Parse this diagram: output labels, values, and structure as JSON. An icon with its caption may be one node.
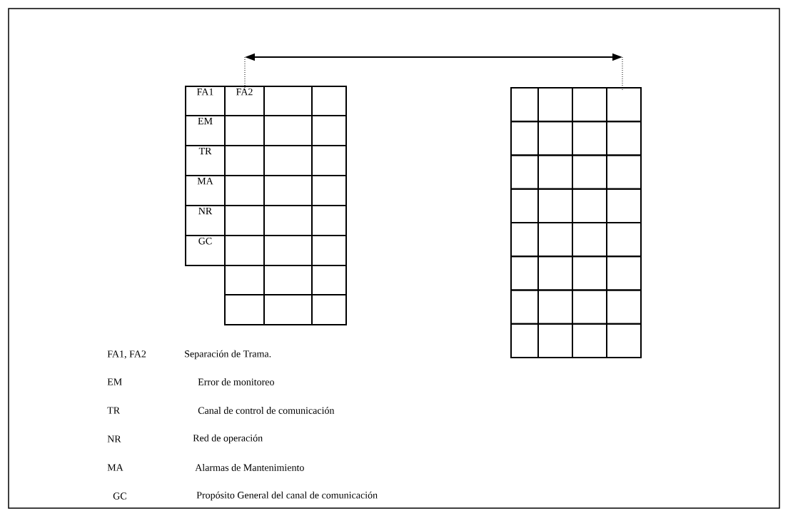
{
  "diagram": {
    "nodes": [
      {
        "text": [
          "FA1"
        ]
      },
      {
        "text": [
          "FA2"
        ]
      },
      {
        "text": [],
        "shape": "box"
      },
      {
        "text": [],
        "shape": "box"
      },
      {
        "text": [
          "EM"
        ]
      },
      {
        "text": [],
        "shape": "box"
      },
      {
        "text": [],
        "shape": "box"
      },
      {
        "text": [],
        "shape": "box"
      },
      {
        "text": [
          "TR"
        ]
      },
      {
        "text": [],
        "shape": "box"
      },
      {
        "text": [],
        "shape": "box"
      },
      {
        "text": [],
        "shape": "box"
      },
      {
        "text": [
          "MA"
        ]
      },
      {
        "text": [],
        "shape": "box"
      },
      {
        "text": [],
        "shape": "box"
      },
      {
        "text": [],
        "shape": "box"
      },
      {
        "text": [
          "NR"
        ]
      },
      {
        "text": [],
        "shape": "box"
      },
      {
        "text": [],
        "shape": "box"
      },
      {
        "text": [],
        "shape": "box"
      },
      {
        "text": [
          "GC"
        ]
      },
      {
        "text": [],
        "shape": "box"
      },
      {
        "text": [],
        "shape": "box"
      },
      {
        "text": [],
        "shape": "box"
      },
      {
        "text": [],
        "shape": "box"
      },
      {
        "text": [],
        "shape": "box"
      },
      {
        "text": [],
        "shape": "box"
      },
      {
        "text": [],
        "shape": "box"
      },
      {
        "text": [],
        "shape": "box"
      },
      {
        "text": [],
        "shape": "box"
      },
      {
        "text": [],
        "shape": "box"
      },
      {
        "text": [],
        "shape": "box"
      },
      {
        "text": [],
        "shape": "box"
      },
      {
        "text": [],
        "shape": "box"
      },
      {
        "text": [],
        "shape": "box"
      },
      {
        "text": [],
        "shape": "box"
      },
      {
        "text": [],
        "shape": "box"
      },
      {
        "text": [],
        "shape": "box"
      },
      {
        "text": [],
        "shape": "box"
      },
      {
        "text": [],
        "shape": "box"
      },
      {
        "text": [],
        "shape": "box"
      },
      {
        "text": [],
        "shape": "box"
      },
      {
        "text": [],
        "shape": "box"
      },
      {
        "text": [],
        "shape": "box"
      },
      {
        "text": [],
        "shape": "box"
      },
      {
        "text": [],
        "shape": "box"
      },
      {
        "text": [],
        "shape": "box"
      },
      {
        "text": [],
        "shape": "box"
      },
      {
        "text": [],
        "shape": "box"
      },
      {
        "text": [],
        "shape": "box"
      },
      {
        "text": [],
        "shape": "box"
      },
      {
        "text": [],
        "shape": "box"
      },
      {
        "text": [],
        "shape": "box"
      },
      {
        "text": [],
        "shape": "box"
      },
      {
        "text": [],
        "shape": "box"
      },
      {
        "text": [],
        "shape": "box"
      },
      {
        "text": [],
        "shape": "box"
      },
      {
        "text": [],
        "shape": "box"
      },
      {
        "text": [],
        "shape": "box"
      },
      {
        "text": [],
        "shape": "box"
      },
      {
        "text": [],
        "shape": "box"
      },
      {
        "text": [],
        "shape": "box"
      }
    ],
    "labels": [
      "FA1, FA2",
      "Separación de Trama.",
      "EM",
      "Error de monitoreo",
      "TR",
      "Canal de control de comunicación",
      "NR",
      "Red de operación",
      "MA",
      "Alarmas de Mantenimiento",
      "GC",
      "Propósito General del canal de comunicación"
    ]
  }
}
